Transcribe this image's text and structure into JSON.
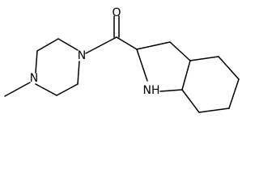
{
  "molecule": {
    "atoms": {
      "oxygen": "O",
      "piperazine_nitrogen_amide": "N",
      "piperazine_nitrogen_methyl": "N",
      "indoline_nitrogen": "NH"
    }
  }
}
